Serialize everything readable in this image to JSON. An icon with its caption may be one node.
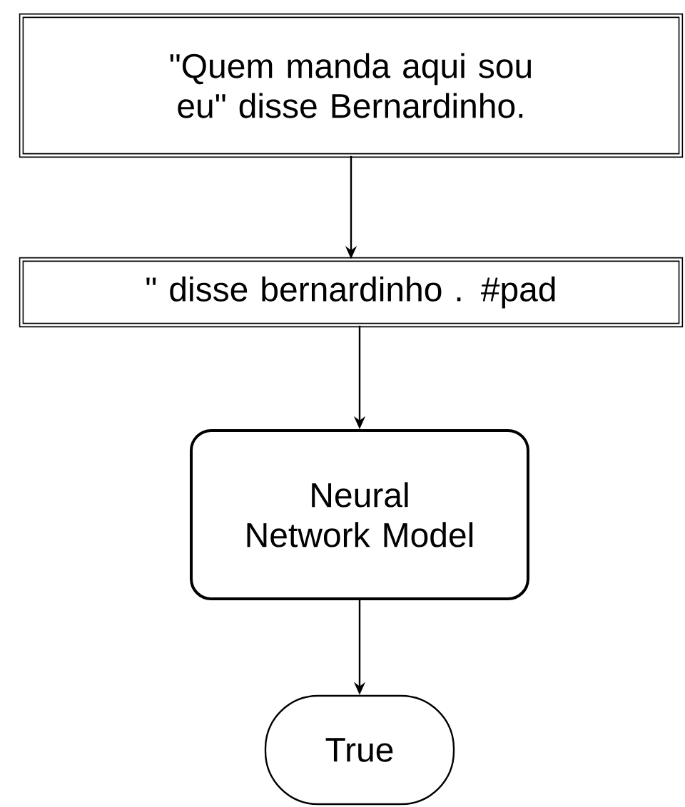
{
  "diagram": {
    "nodes": [
      {
        "text": [
          "\"Quem manda aqui sou eu\" disse Bernardinho."
        ]
      },
      {
        "text": [
          "\" disse bernardinho . #pad"
        ]
      },
      {
        "text": [
          "Neural Network Model"
        ]
      },
      {
        "text": [
          "True"
        ]
      }
    ],
    "edges": [
      {
        "from": 0,
        "to": 1,
        "arrow": "to"
      },
      {
        "from": 1,
        "to": 2,
        "arrow": "to"
      },
      {
        "from": 2,
        "to": 3,
        "arrow": "to"
      }
    ]
  }
}
